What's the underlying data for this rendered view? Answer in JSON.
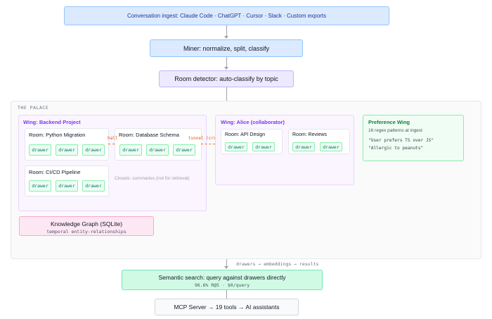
{
  "flow": {
    "ingest": "Conversation ingest: Claude Code · ChatGPT · Cursor · Slack · Custom exports",
    "miner": "Miner: normalize, split, classify",
    "detector": "Room detector: auto-classify by topic"
  },
  "palace": {
    "label": "THE PALACE",
    "wing_backend": {
      "title": "Wing: Backend Project",
      "rooms": [
        {
          "title": "Room: Python Migration",
          "drawers": [
            "drawer",
            "drawer",
            "drawer"
          ]
        },
        {
          "title": "Room: Database Schema",
          "drawers": [
            "drawer",
            "drawer",
            "drawer"
          ]
        },
        {
          "title": "Room: CI/CD Pipeline",
          "drawers": [
            "drawer",
            "drawer",
            "drawer"
          ]
        }
      ],
      "hall_label": "hall",
      "closets_note": "Closets: summaries (not for retrieval)"
    },
    "tunnel_label": "tunnel (cross-wing)",
    "wing_alice": {
      "title": "Wing: Alice (collaborator)",
      "rooms": [
        {
          "title": "Room: API Design",
          "drawers": [
            "drawer",
            "drawer"
          ]
        },
        {
          "title": "Room: Reviews",
          "drawers": [
            "drawer",
            "drawer"
          ]
        }
      ]
    },
    "preference_wing": {
      "title": "Preference Wing",
      "subtitle": "16 regex patterns at ingest",
      "examples": [
        "\"User prefers TS over JS\"",
        "\"Allergic to peanuts\""
      ]
    },
    "knowledge_graph": {
      "title": "Knowledge Graph (SQLite)",
      "subtitle": "temporal entity-relationships"
    }
  },
  "pipeline_label": "drawers → embeddings → results",
  "search": {
    "title": "Semantic search: query against drawers directly",
    "subtitle": "96.6% R@5 · $0/query"
  },
  "mcp": "MCP Server → 19 tools → AI assistants",
  "colors": {
    "accent_purple": "#7c3aed",
    "drawer_green": "#047857",
    "tunnel_orange": "#f97316",
    "preference_green": "#15803d"
  }
}
